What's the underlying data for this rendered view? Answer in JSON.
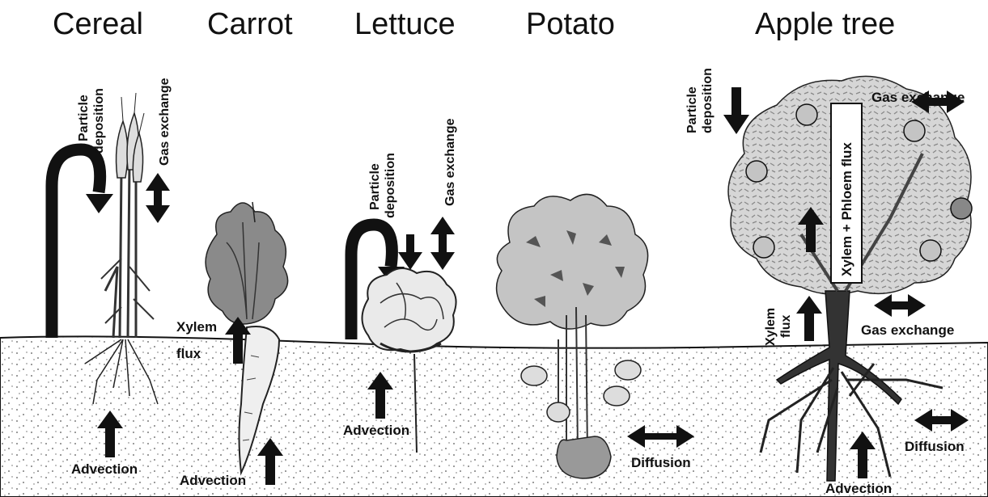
{
  "titles": {
    "cereal": "Cereal",
    "carrot": "Carrot",
    "lettuce": "Lettuce",
    "potato": "Potato",
    "apple_tree": "Apple tree"
  },
  "labels": {
    "particle": "Particle",
    "deposition": "deposition",
    "gas_exchange": "Gas exchange",
    "xylem": "Xylem",
    "flux": "flux",
    "advection": "Advection",
    "diffusion": "Diffusion",
    "xylem_phloem_flux": "Xylem + Phloem flux"
  },
  "colors": {
    "ink": "#111111",
    "soil_dots": "#555555",
    "foliage_dark": "#7a7a7a",
    "foliage_light": "#c8c8c8",
    "root_light": "#eeeeee"
  }
}
